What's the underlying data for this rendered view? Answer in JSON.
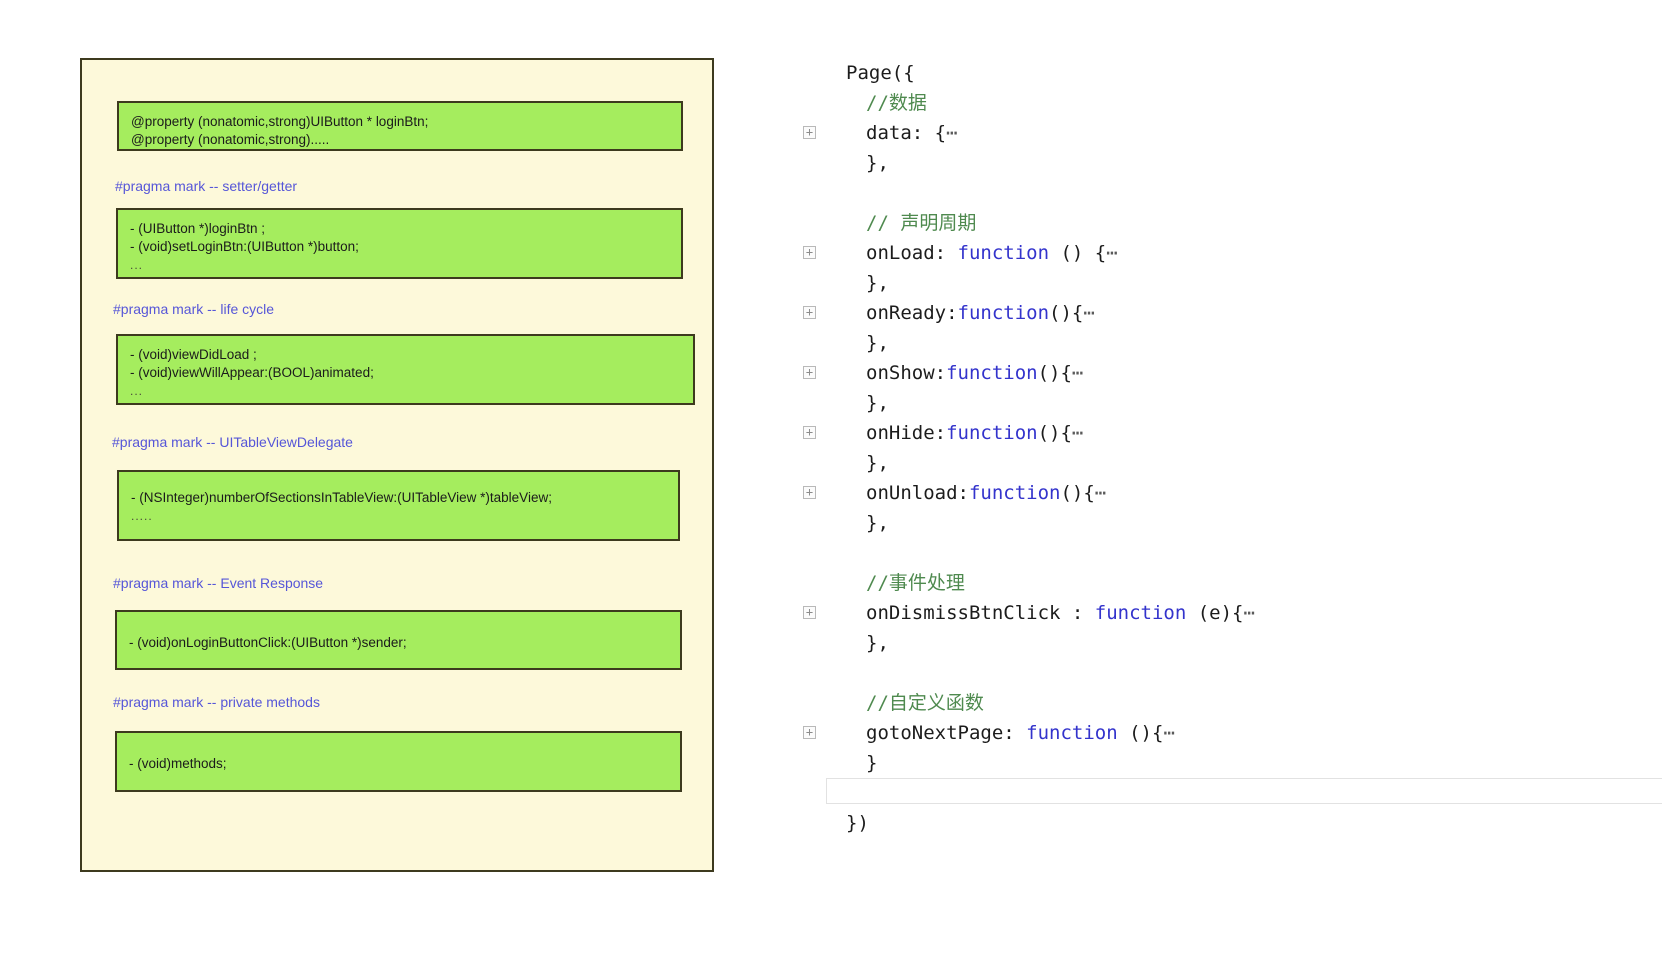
{
  "left_panel": {
    "name": "objective-c-structure-panel",
    "sections": [
      {
        "pragma": "",
        "code_lines": [
          "@property (nonatomic,strong)UIButton * loginBtn;",
          "@property (nonatomic,strong)....."
        ],
        "ellipsis": ""
      },
      {
        "pragma": "#pragma mark -- setter/getter",
        "code_lines": [
          "- (UIButton *)loginBtn ;",
          "- (void)setLoginBtn:(UIButton *)button;"
        ],
        "ellipsis": "..."
      },
      {
        "pragma": "#pragma mark -- life cycle",
        "code_lines": [
          "- (void)viewDidLoad ;",
          "- (void)viewWillAppear:(BOOL)animated;"
        ],
        "ellipsis": "..."
      },
      {
        "pragma": "#pragma mark -- UITableViewDelegate",
        "code_lines": [
          "- (NSInteger)numberOfSectionsInTableView:(UITableView *)tableView;"
        ],
        "ellipsis": "....."
      },
      {
        "pragma": "#pragma mark -- Event Response",
        "code_lines": [
          "- (void)onLoginButtonClick:(UIButton *)sender;"
        ],
        "ellipsis": ""
      },
      {
        "pragma": "#pragma mark -- private methods",
        "code_lines": [
          "- (void)methods;"
        ],
        "ellipsis": ""
      }
    ]
  },
  "code_editor": {
    "name": "miniprogram-page-code",
    "lines": [
      {
        "fold": false,
        "indent": 1,
        "parts": [
          {
            "t": "Page({",
            "c": "plain"
          }
        ]
      },
      {
        "fold": false,
        "indent": 2,
        "parts": [
          {
            "t": "//数据",
            "c": "cmt"
          }
        ]
      },
      {
        "fold": true,
        "indent": 2,
        "parts": [
          {
            "t": "data: {",
            "c": "plain"
          },
          {
            "t": "⋯",
            "c": "el"
          }
        ]
      },
      {
        "fold": false,
        "indent": 2,
        "parts": [
          {
            "t": "},",
            "c": "plain"
          }
        ]
      },
      {
        "fold": false,
        "indent": 0,
        "parts": []
      },
      {
        "fold": false,
        "indent": 2,
        "parts": [
          {
            "t": "// 声明周期",
            "c": "cmt"
          }
        ]
      },
      {
        "fold": true,
        "indent": 2,
        "parts": [
          {
            "t": "onLoad: ",
            "c": "plain"
          },
          {
            "t": "function",
            "c": "kw"
          },
          {
            "t": " () {",
            "c": "plain"
          },
          {
            "t": "⋯",
            "c": "el"
          }
        ]
      },
      {
        "fold": false,
        "indent": 2,
        "parts": [
          {
            "t": "},",
            "c": "plain"
          }
        ]
      },
      {
        "fold": true,
        "indent": 2,
        "parts": [
          {
            "t": "onReady:",
            "c": "plain"
          },
          {
            "t": "function",
            "c": "kw"
          },
          {
            "t": "(){",
            "c": "plain"
          },
          {
            "t": "⋯",
            "c": "el"
          }
        ]
      },
      {
        "fold": false,
        "indent": 2,
        "parts": [
          {
            "t": "},",
            "c": "plain"
          }
        ]
      },
      {
        "fold": true,
        "indent": 2,
        "parts": [
          {
            "t": "onShow:",
            "c": "plain"
          },
          {
            "t": "function",
            "c": "kw"
          },
          {
            "t": "(){",
            "c": "plain"
          },
          {
            "t": "⋯",
            "c": "el"
          }
        ]
      },
      {
        "fold": false,
        "indent": 2,
        "parts": [
          {
            "t": "},",
            "c": "plain"
          }
        ]
      },
      {
        "fold": true,
        "indent": 2,
        "parts": [
          {
            "t": "onHide:",
            "c": "plain"
          },
          {
            "t": "function",
            "c": "kw"
          },
          {
            "t": "(){",
            "c": "plain"
          },
          {
            "t": "⋯",
            "c": "el"
          }
        ]
      },
      {
        "fold": false,
        "indent": 2,
        "parts": [
          {
            "t": "},",
            "c": "plain"
          }
        ]
      },
      {
        "fold": true,
        "indent": 2,
        "parts": [
          {
            "t": "onUnload:",
            "c": "plain"
          },
          {
            "t": "function",
            "c": "kw"
          },
          {
            "t": "(){",
            "c": "plain"
          },
          {
            "t": "⋯",
            "c": "el"
          }
        ]
      },
      {
        "fold": false,
        "indent": 2,
        "parts": [
          {
            "t": "},",
            "c": "plain"
          }
        ]
      },
      {
        "fold": false,
        "indent": 0,
        "parts": []
      },
      {
        "fold": false,
        "indent": 2,
        "parts": [
          {
            "t": "//事件处理",
            "c": "cmt"
          }
        ]
      },
      {
        "fold": true,
        "indent": 2,
        "parts": [
          {
            "t": "onDismissBtnClick : ",
            "c": "plain"
          },
          {
            "t": "function",
            "c": "kw"
          },
          {
            "t": " (e){",
            "c": "plain"
          },
          {
            "t": "⋯",
            "c": "el"
          }
        ]
      },
      {
        "fold": false,
        "indent": 2,
        "parts": [
          {
            "t": "},",
            "c": "plain"
          }
        ]
      },
      {
        "fold": false,
        "indent": 0,
        "parts": []
      },
      {
        "fold": false,
        "indent": 2,
        "parts": [
          {
            "t": "//自定义函数",
            "c": "cmt"
          }
        ]
      },
      {
        "fold": true,
        "indent": 2,
        "parts": [
          {
            "t": "gotoNextPage: ",
            "c": "plain"
          },
          {
            "t": "function",
            "c": "kw"
          },
          {
            "t": " (){",
            "c": "plain"
          },
          {
            "t": "⋯",
            "c": "el"
          }
        ]
      },
      {
        "fold": false,
        "indent": 2,
        "parts": [
          {
            "t": "}",
            "c": "plain"
          }
        ]
      },
      {
        "fold": false,
        "indent": 0,
        "selected": true,
        "parts": []
      },
      {
        "fold": false,
        "indent": 1,
        "parts": [
          {
            "t": "})",
            "c": "plain"
          }
        ]
      }
    ]
  },
  "colors": {
    "panel_bg": "#fdf9da",
    "panel_border": "#3d3a1e",
    "code_box_bg": "#a5ed5e",
    "pragma_text": "#5656d8",
    "keyword": "#3333cc",
    "comment": "#4f8a4f",
    "editor_bg": "#ffffff"
  }
}
